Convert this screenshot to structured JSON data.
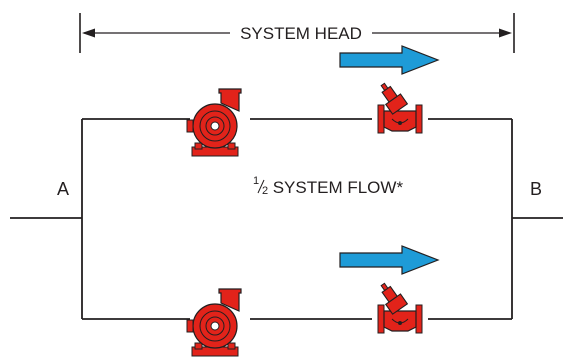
{
  "labels": {
    "system_head": "SYSTEM HEAD",
    "half_fraction_num": "1",
    "half_fraction_den": "2",
    "system_flow": " SYSTEM FLOW*",
    "node_a": "A",
    "node_b": "B"
  },
  "colors": {
    "line": "#231f20",
    "pump": "#e2231a",
    "valve": "#e2231a",
    "flow_arrow": "#1e9bd7"
  },
  "icons": {
    "pump": "centrifugal-pump-icon",
    "valve": "control-valve-icon",
    "flow_arrow": "flow-direction-arrow"
  }
}
